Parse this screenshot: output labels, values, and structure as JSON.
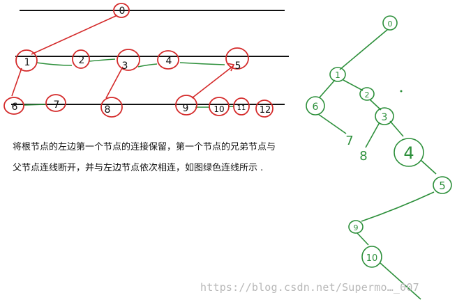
{
  "caption": {
    "line1": "将根节点的左边第一个节点的连接保留，第一个节点的兄弟节点与",
    "line2": "父节点连线断开，并与左边节点依次相连，如图绿色连线所示 ."
  },
  "watermark": "https://blog.csdn.net/Supermo…_007",
  "colors": {
    "red": "#d42a2a",
    "green": "#2c8f3a",
    "black": "#111111"
  },
  "left_nodes": [
    {
      "id": "n0",
      "label": "0"
    },
    {
      "id": "n1",
      "label": "1"
    },
    {
      "id": "n2",
      "label": "2"
    },
    {
      "id": "n3",
      "label": "3"
    },
    {
      "id": "n4",
      "label": "4"
    },
    {
      "id": "n5",
      "label": "5"
    },
    {
      "id": "n6",
      "label": "6"
    },
    {
      "id": "n7",
      "label": "7"
    },
    {
      "id": "n8",
      "label": "8"
    },
    {
      "id": "n9",
      "label": "9"
    },
    {
      "id": "n10",
      "label": "10"
    },
    {
      "id": "n11",
      "label": "11"
    },
    {
      "id": "n12",
      "label": "12"
    }
  ],
  "right_nodes": [
    {
      "id": "r0",
      "label": "0"
    },
    {
      "id": "r1",
      "label": "1"
    },
    {
      "id": "r2",
      "label": "2"
    },
    {
      "id": "r3",
      "label": "3"
    },
    {
      "id": "r4",
      "label": "4"
    },
    {
      "id": "r5",
      "label": "5"
    },
    {
      "id": "r6",
      "label": "6"
    },
    {
      "id": "r7",
      "label": "7"
    },
    {
      "id": "r8",
      "label": "8"
    },
    {
      "id": "r9",
      "label": "9"
    },
    {
      "id": "r10",
      "label": "10"
    }
  ]
}
